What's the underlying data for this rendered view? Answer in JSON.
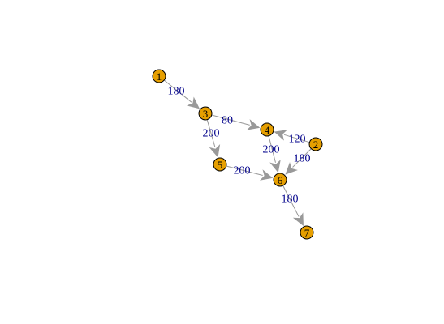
{
  "colors": {
    "background": "#ffffff",
    "node_fill": "#E69F00",
    "node_stroke": "#000000",
    "edge": "#999999",
    "edge_label": "#00008B"
  },
  "nodes": [
    {
      "id": "1",
      "label": "1"
    },
    {
      "id": "2",
      "label": "2"
    },
    {
      "id": "3",
      "label": "3"
    },
    {
      "id": "4",
      "label": "4"
    },
    {
      "id": "5",
      "label": "5"
    },
    {
      "id": "6",
      "label": "6"
    },
    {
      "id": "7",
      "label": "7"
    }
  ],
  "edges": [
    {
      "from": "1",
      "to": "3",
      "label": "180"
    },
    {
      "from": "3",
      "to": "4",
      "label": "80"
    },
    {
      "from": "3",
      "to": "5",
      "label": "200"
    },
    {
      "from": "2",
      "to": "4",
      "label": "120"
    },
    {
      "from": "4",
      "to": "6",
      "label": "200"
    },
    {
      "from": "2",
      "to": "6",
      "label": "180"
    },
    {
      "from": "5",
      "to": "6",
      "label": "200"
    },
    {
      "from": "6",
      "to": "7",
      "label": "180"
    }
  ]
}
